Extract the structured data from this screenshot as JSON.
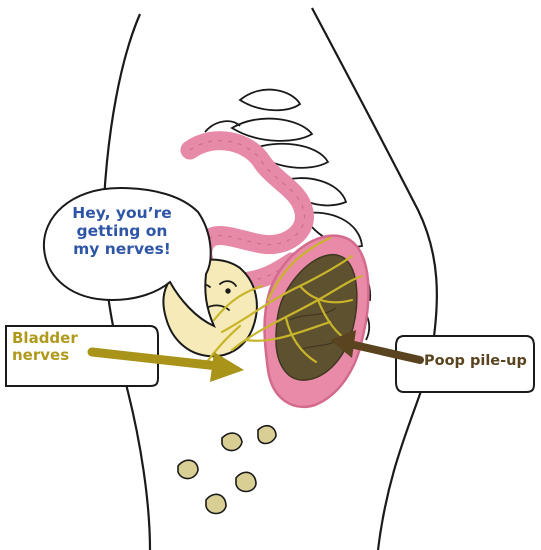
{
  "speech_bubble": {
    "line1": "Hey, you’re",
    "line2": "getting on",
    "line3": "my nerves!"
  },
  "labels": {
    "bladder_line1": "Bladder",
    "bladder_line2": "nerves",
    "poop": "Poop pile-up"
  },
  "colors": {
    "outline": "#1a1a1a",
    "colon": "#e68aa8",
    "rectum": "#dd7295",
    "bladder": "#f6eab8",
    "nerves": "#c9b52a",
    "stool": "#5e5130",
    "bubble_text": "#2f56a6",
    "bladder_arrow": "#a99419",
    "poop_arrow": "#5a4420",
    "droplets": "#d9cf94"
  }
}
